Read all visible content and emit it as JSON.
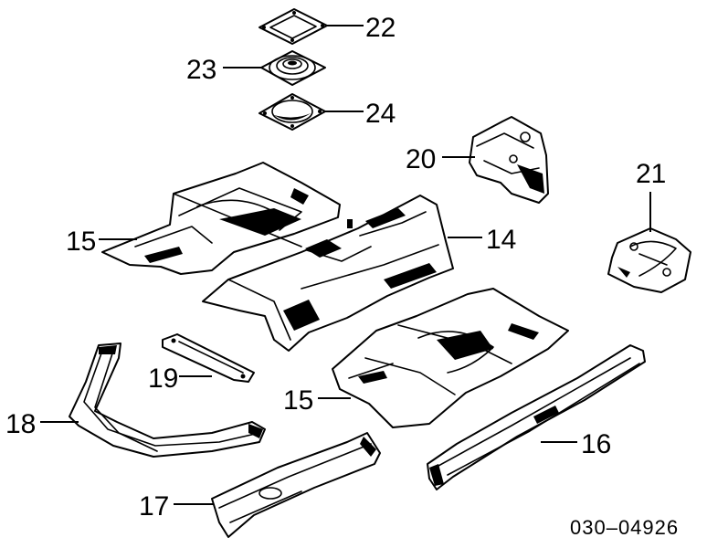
{
  "diagram": {
    "callouts": [
      {
        "number": "22"
      },
      {
        "number": "23"
      },
      {
        "number": "24"
      },
      {
        "number": "20"
      },
      {
        "number": "21"
      },
      {
        "number": "14"
      },
      {
        "number": "15"
      },
      {
        "number": "15"
      },
      {
        "number": "19"
      },
      {
        "number": "18"
      },
      {
        "number": "16"
      },
      {
        "number": "17"
      }
    ],
    "reference_code": "030–04926"
  }
}
